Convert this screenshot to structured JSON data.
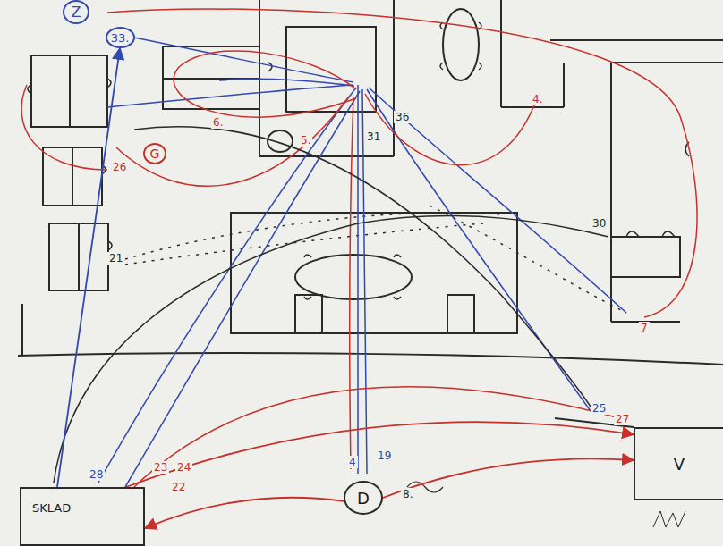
{
  "diagram": {
    "nodes": [
      {
        "text": [
          "Z"
        ]
      },
      {
        "text": [
          "33."
        ]
      },
      {
        "text": [
          "G"
        ]
      },
      {
        "text": [
          "SKLAD"
        ]
      },
      {
        "text": [
          "D"
        ]
      },
      {
        "text": [
          "V"
        ]
      }
    ],
    "edges": [
      {
        "from": 3,
        "to": 1,
        "arrow": "to"
      },
      {
        "from": 4,
        "to": 3,
        "arrow": "to"
      },
      {
        "from": 4,
        "to": 5,
        "arrow": "to"
      },
      {
        "from": 3,
        "to": 5,
        "arrow": "to"
      }
    ],
    "labels": [
      "6.",
      "5.",
      "31",
      "36",
      "21",
      "30",
      "7",
      "28",
      "23",
      "24",
      "22",
      "4",
      "19",
      "8.",
      "25",
      "27",
      "26",
      "4."
    ]
  }
}
